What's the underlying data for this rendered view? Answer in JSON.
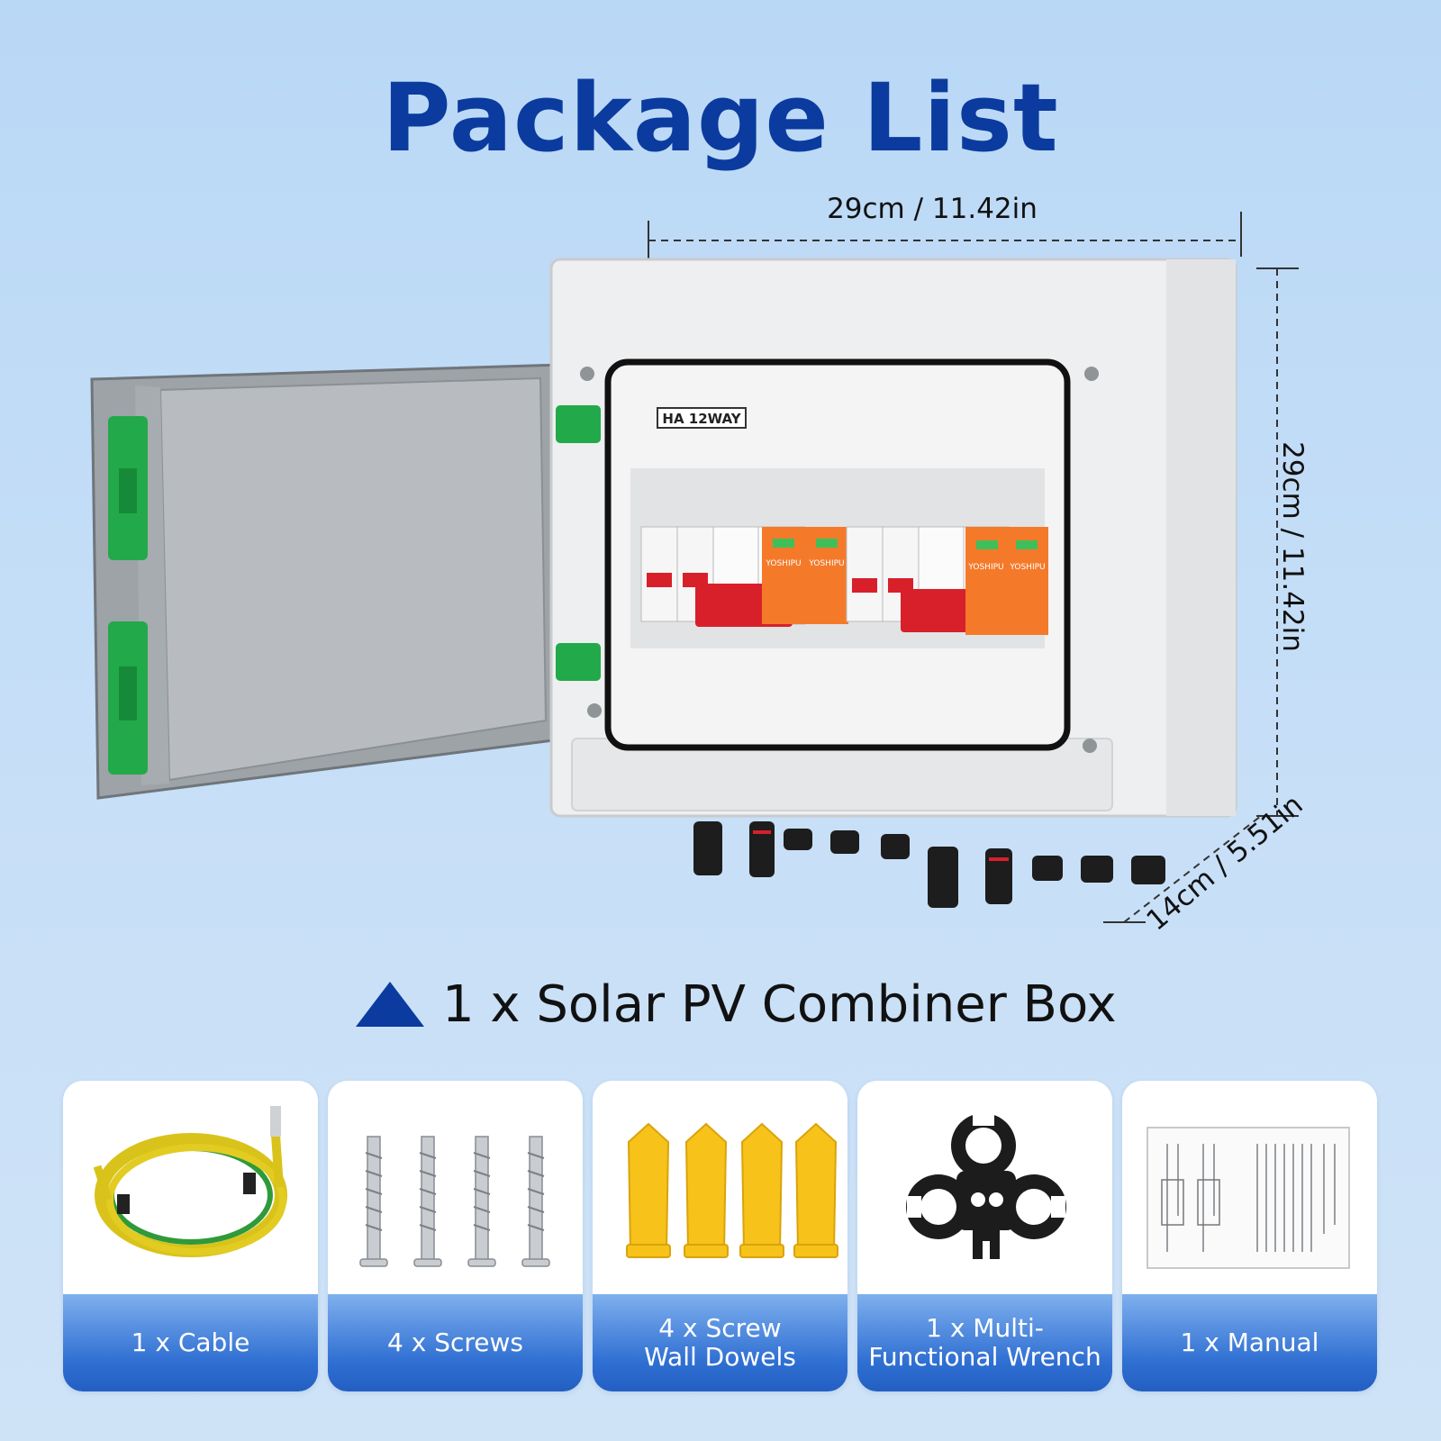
{
  "title": "Package List",
  "dimensions": {
    "width": "29cm / 11.42in",
    "height": "29cm / 11.42in",
    "depth": "14cm / 5.51in"
  },
  "product": {
    "label": "1 x Solar PV Combiner Box",
    "panel_tag": "HA 12WAY",
    "brand": "YOSHIPU"
  },
  "accessories": [
    {
      "label": "1 x Cable",
      "icon": "cable-icon"
    },
    {
      "label": "4 x Screws",
      "icon": "screws-icon"
    },
    {
      "label": "4 x Screw\nWall Dowels",
      "icon": "wall-dowels-icon"
    },
    {
      "label": "1 x Multi-\nFunctional Wrench",
      "icon": "wrench-icon"
    },
    {
      "label": "1 x Manual",
      "icon": "manual-icon"
    }
  ],
  "colors": {
    "title": "#0b3b9e",
    "accent_blue": "#2f6fd2",
    "breaker_red": "#d8202a",
    "surge_orange": "#f47a2a",
    "hinge_green": "#22a94a"
  }
}
